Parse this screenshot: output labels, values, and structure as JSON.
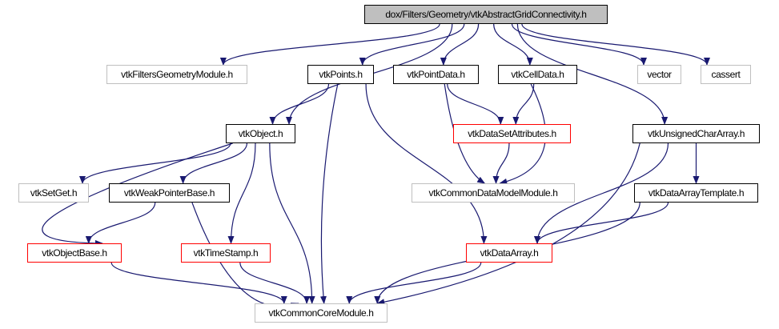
{
  "diagram": {
    "type": "include-dependency-graph",
    "edge_color": "#191970",
    "node_styles": {
      "root_fill": "#bfbfbf",
      "documented_border": "#000000",
      "truncated_border": "#ff0000",
      "external_border": "#bfbfbf"
    },
    "nodes": [
      {
        "id": "root",
        "label": "dox/Filters/Geometry/vtkAbstractGridConnectivity.h",
        "kind": "root"
      },
      {
        "id": "filtersgeom",
        "label": "vtkFiltersGeometryModule.h",
        "kind": "ext"
      },
      {
        "id": "points",
        "label": "vtkPoints.h",
        "kind": "doc"
      },
      {
        "id": "pointdata",
        "label": "vtkPointData.h",
        "kind": "doc"
      },
      {
        "id": "celldata",
        "label": "vtkCellData.h",
        "kind": "doc"
      },
      {
        "id": "vector",
        "label": "vector",
        "kind": "ext"
      },
      {
        "id": "cassert",
        "label": "cassert",
        "kind": "ext"
      },
      {
        "id": "object",
        "label": "vtkObject.h",
        "kind": "doc"
      },
      {
        "id": "dsattr",
        "label": "vtkDataSetAttributes.h",
        "kind": "trunc"
      },
      {
        "id": "ucarray",
        "label": "vtkUnsignedCharArray.h",
        "kind": "doc"
      },
      {
        "id": "setget",
        "label": "vtkSetGet.h",
        "kind": "ext"
      },
      {
        "id": "weakptr",
        "label": "vtkWeakPointerBase.h",
        "kind": "doc"
      },
      {
        "id": "cdmmodule",
        "label": "vtkCommonDataModelModule.h",
        "kind": "ext"
      },
      {
        "id": "datemplate",
        "label": "vtkDataArrayTemplate.h",
        "kind": "doc"
      },
      {
        "id": "objbase",
        "label": "vtkObjectBase.h",
        "kind": "trunc"
      },
      {
        "id": "timestamp",
        "label": "vtkTimeStamp.h",
        "kind": "trunc"
      },
      {
        "id": "dataarray",
        "label": "vtkDataArray.h",
        "kind": "trunc"
      },
      {
        "id": "corecore",
        "label": "vtkCommonCoreModule.h",
        "kind": "ext"
      }
    ],
    "edges": [
      {
        "from": "root",
        "to": "filtersgeom"
      },
      {
        "from": "root",
        "to": "points"
      },
      {
        "from": "root",
        "to": "object"
      },
      {
        "from": "root",
        "to": "pointdata"
      },
      {
        "from": "root",
        "to": "celldata"
      },
      {
        "from": "root",
        "to": "vector"
      },
      {
        "from": "root",
        "to": "cassert"
      },
      {
        "from": "root",
        "to": "ucarray"
      },
      {
        "from": "points",
        "to": "object"
      },
      {
        "from": "points",
        "to": "corecore"
      },
      {
        "from": "points",
        "to": "dataarray"
      },
      {
        "from": "pointdata",
        "to": "dsattr"
      },
      {
        "from": "pointdata",
        "to": "cdmmodule"
      },
      {
        "from": "celldata",
        "to": "dsattr"
      },
      {
        "from": "celldata",
        "to": "cdmmodule"
      },
      {
        "from": "dsattr",
        "to": "cdmmodule"
      },
      {
        "from": "object",
        "to": "setget"
      },
      {
        "from": "object",
        "to": "weakptr"
      },
      {
        "from": "object",
        "to": "objbase"
      },
      {
        "from": "object",
        "to": "timestamp"
      },
      {
        "from": "object",
        "to": "corecore"
      },
      {
        "from": "weakptr",
        "to": "objbase"
      },
      {
        "from": "weakptr",
        "to": "corecore"
      },
      {
        "from": "objbase",
        "to": "corecore"
      },
      {
        "from": "timestamp",
        "to": "corecore"
      },
      {
        "from": "ucarray",
        "to": "datemplate"
      },
      {
        "from": "ucarray",
        "to": "dataarray"
      },
      {
        "from": "ucarray",
        "to": "corecore"
      },
      {
        "from": "datemplate",
        "to": "dataarray"
      },
      {
        "from": "datemplate",
        "to": "corecore"
      },
      {
        "from": "dataarray",
        "to": "corecore"
      }
    ]
  }
}
